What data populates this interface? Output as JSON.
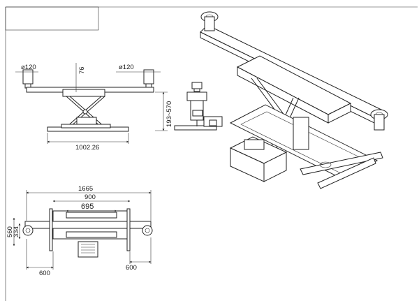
{
  "side_view": {
    "left_pad_diameter": "ø120",
    "right_pad_diameter": "ø120",
    "top_height": "76",
    "height_range": "193~570",
    "overall_length": "1002.26"
  },
  "top_view": {
    "total_length": "1665",
    "frame_width": "900",
    "inner_width": "695",
    "outer_depth": "560",
    "inner_depth": "334",
    "left_extension": "600",
    "right_extension": "600"
  }
}
